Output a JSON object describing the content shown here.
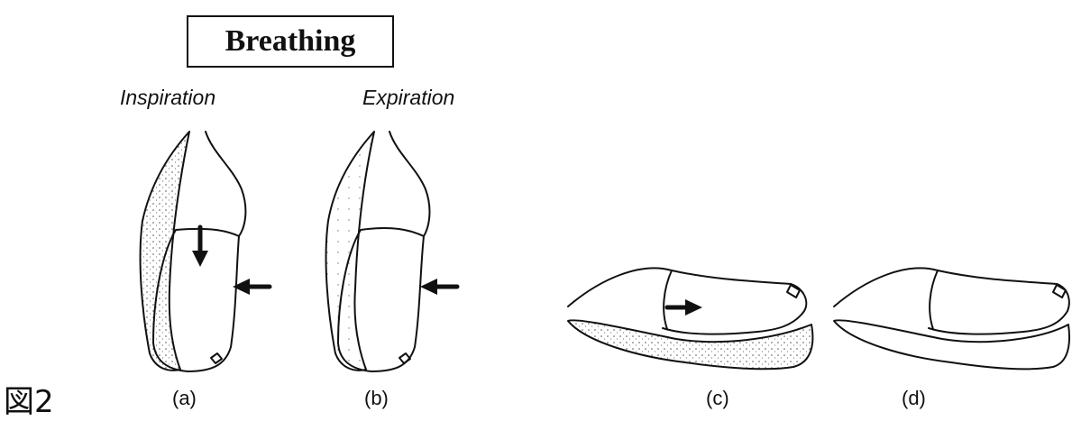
{
  "title": "Breathing",
  "phases": {
    "inspiration": "Inspiration",
    "expiration": "Expiration"
  },
  "figure_label": "図2",
  "panels": {
    "a": "(a)",
    "b": "(b)",
    "c": "(c)",
    "d": "(d)"
  }
}
